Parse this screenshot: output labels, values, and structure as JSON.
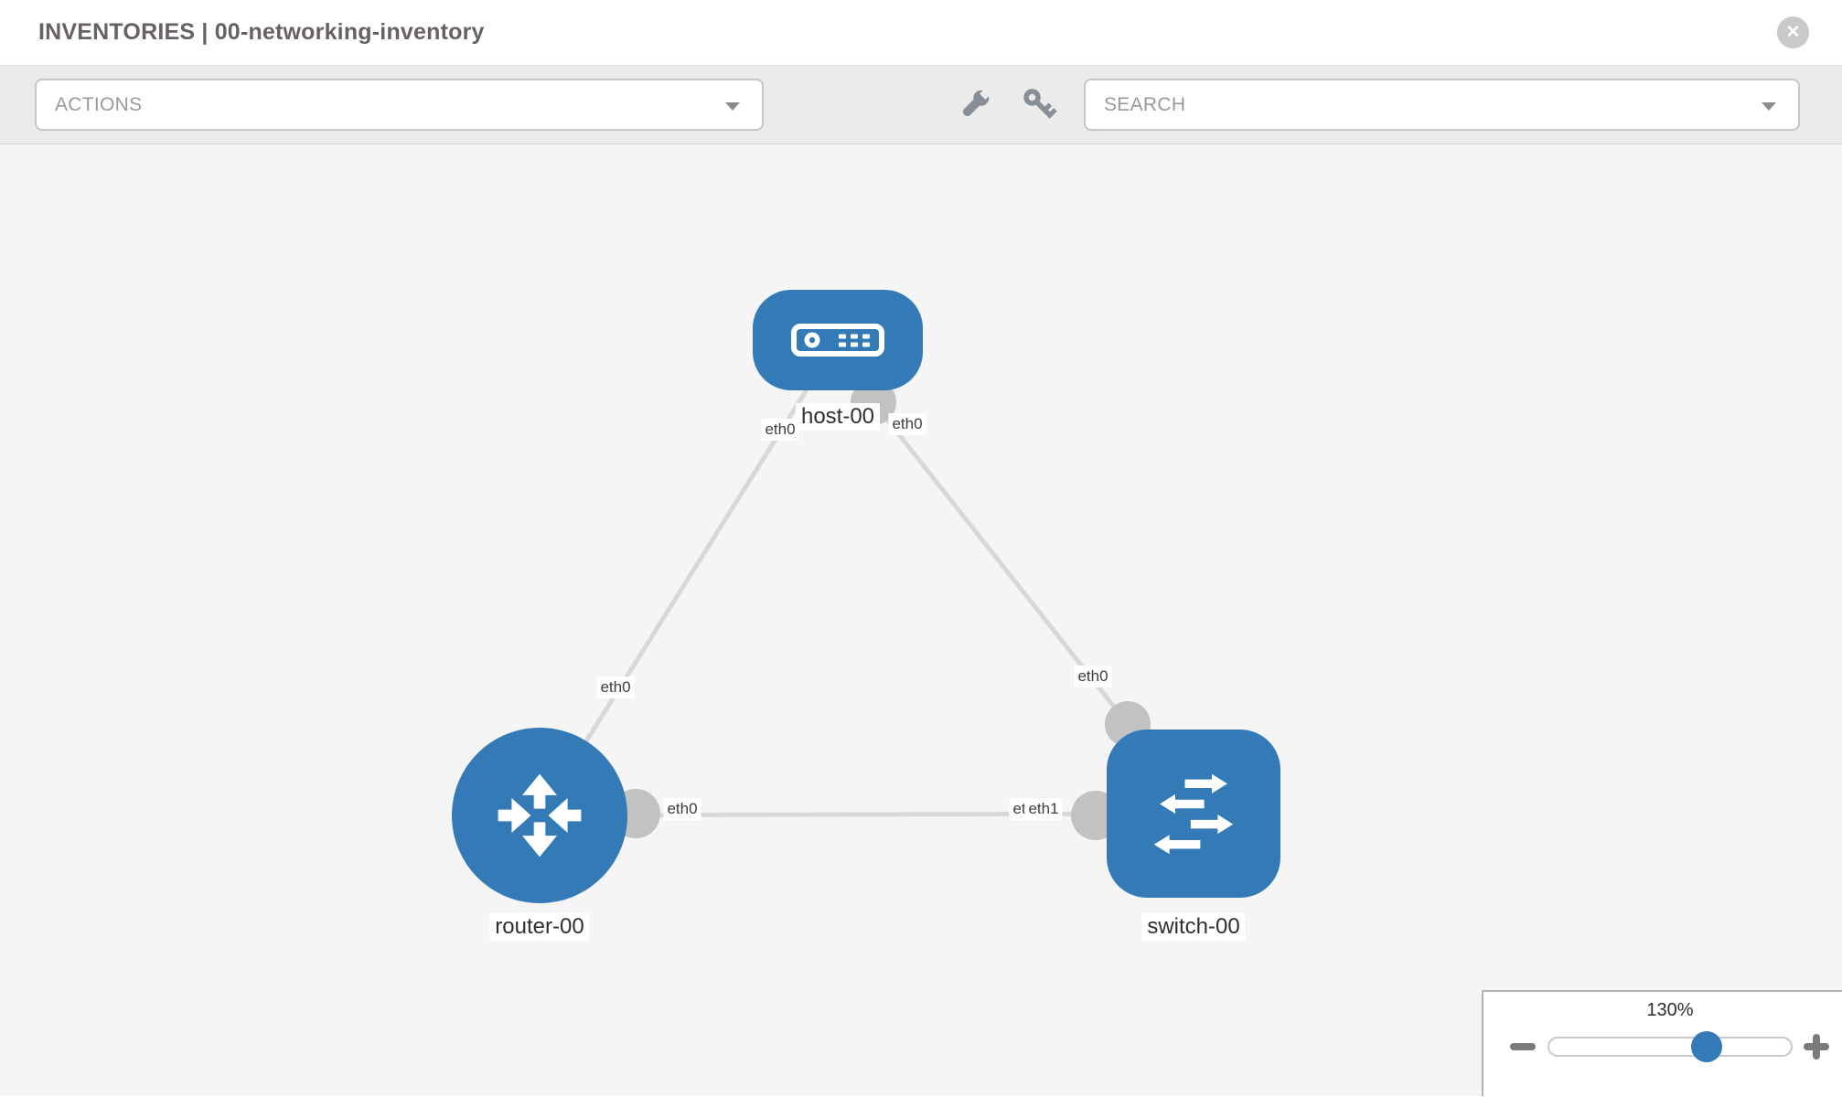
{
  "header": {
    "title": "INVENTORIES | 00-networking-inventory"
  },
  "toolbar": {
    "actions_dropdown": {
      "label": "ACTIONS"
    },
    "search_dropdown": {
      "label": "SEARCH"
    },
    "tools": [
      {
        "icon": "wrench-icon"
      },
      {
        "icon": "key-icon"
      }
    ]
  },
  "diagram": {
    "nodes": [
      {
        "name": "host-00",
        "type": "host"
      },
      {
        "name": "router-00",
        "type": "router"
      },
      {
        "name": "switch-00",
        "type": "switch"
      }
    ],
    "links": [
      {
        "from": "host-00",
        "from_interface": "eth0",
        "to": "router-00",
        "to_interface": "eth0"
      },
      {
        "from": "host-00",
        "from_interface": "eth0",
        "to": "switch-00",
        "to_interface": "eth0"
      },
      {
        "from": "router-00",
        "from_interface": "eth0",
        "to": "switch-00",
        "to_interface": "eth1",
        "to_interface_overlapped": "eth0"
      }
    ],
    "colors": {
      "node_fill": "#337ab7",
      "link_stroke": "#d8d8d8",
      "connector_fill": "#c2c2c2"
    }
  },
  "zoom_control": {
    "level": "130%"
  }
}
